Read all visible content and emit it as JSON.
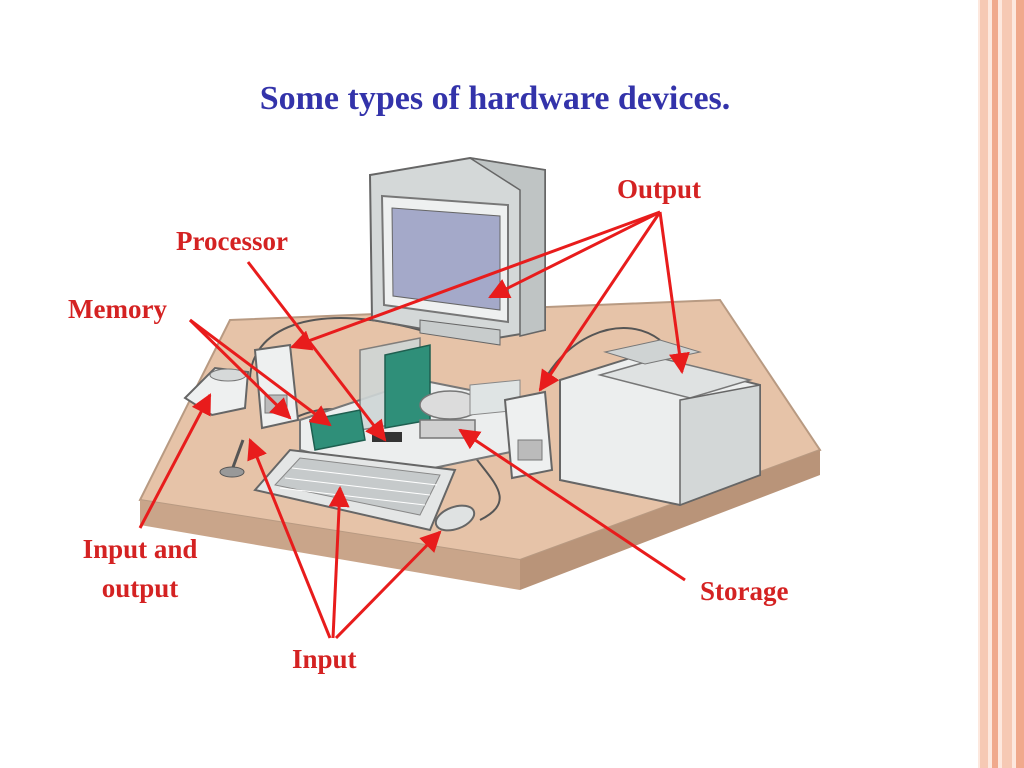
{
  "title": "Some types of hardware devices.",
  "labels": {
    "output": "Output",
    "processor": "Processor",
    "memory": "Memory",
    "input_and_output": "Input and output",
    "storage": "Storage",
    "input": "Input"
  },
  "colors": {
    "title": "#3333aa",
    "label": "#d42222",
    "arrow": "#e81c1c",
    "desk": "#e6c3a8",
    "device": "#e8ecec",
    "board": "#2f8f79",
    "side_stripes": [
      "#f6c9b4",
      "#f0a98c"
    ]
  }
}
